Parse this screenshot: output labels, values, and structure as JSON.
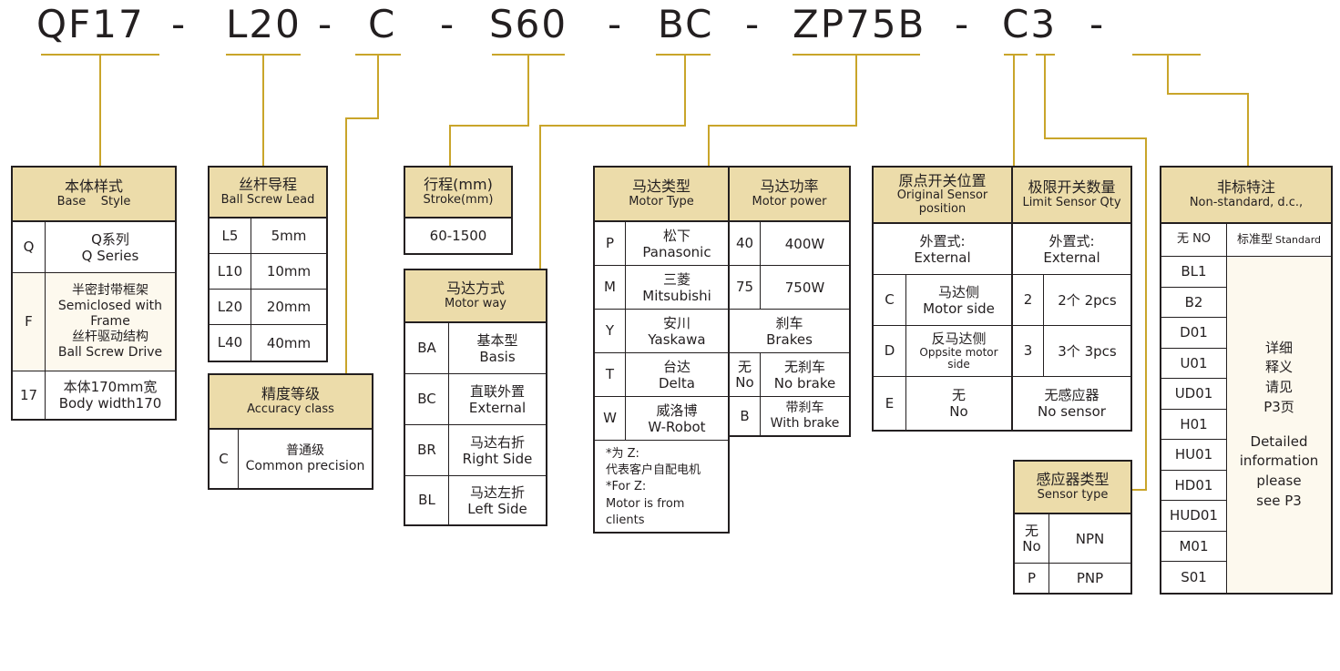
{
  "code_parts": [
    "QF17",
    "-",
    "L20",
    "-",
    "C",
    "-",
    "S60",
    "-",
    "BC",
    "-",
    "ZP75B",
    "-",
    "C3",
    "-"
  ],
  "colors": {
    "header_bg": "#ecdcaa",
    "line": "#c9a52a",
    "text": "#231f20"
  },
  "base_style": {
    "title_zh": "本体样式",
    "title_en": "Base    Style",
    "rows": [
      {
        "key": "Q",
        "lines": [
          "Q系列",
          "Q Series"
        ]
      },
      {
        "key": "F",
        "lines": [
          "半密封带框架",
          "Semiclosed with",
          "Frame",
          "丝杆驱动结构",
          "Ball Screw Drive"
        ]
      },
      {
        "key": "17",
        "lines": [
          "本体170mm宽",
          "Body width170"
        ]
      }
    ]
  },
  "lead": {
    "title_zh": "丝杆导程",
    "title_en": "Ball Screw Lead",
    "rows": [
      {
        "key": "L5",
        "value": "5mm"
      },
      {
        "key": "L10",
        "value": "10mm"
      },
      {
        "key": "L20",
        "value": "20mm"
      },
      {
        "key": "L40",
        "value": "40mm"
      }
    ]
  },
  "accuracy": {
    "title_zh": "精度等级",
    "title_en": "Accuracy class",
    "rows": [
      {
        "key": "C",
        "lines": [
          "普通级",
          "Common precision"
        ]
      }
    ]
  },
  "stroke": {
    "title_zh": "行程(mm)",
    "title_en": "Stroke(mm)",
    "value": "60-1500"
  },
  "motor_way": {
    "title_zh": "马达方式",
    "title_en": "Motor way",
    "rows": [
      {
        "key": "BA",
        "lines": [
          "基本型",
          "Basis"
        ]
      },
      {
        "key": "BC",
        "lines": [
          "直联外置",
          "External"
        ]
      },
      {
        "key": "BR",
        "lines": [
          "马达右折",
          "Right Side"
        ]
      },
      {
        "key": "BL",
        "lines": [
          "马达左折",
          "Left Side"
        ]
      }
    ]
  },
  "motor_type": {
    "title_zh": "马达类型",
    "title_en": "Motor Type",
    "rows": [
      {
        "key": "P",
        "lines": [
          "松下",
          "Panasonic"
        ]
      },
      {
        "key": "M",
        "lines": [
          "三菱",
          "Mitsubishi"
        ]
      },
      {
        "key": "Y",
        "lines": [
          "安川",
          "Yaskawa"
        ]
      },
      {
        "key": "T",
        "lines": [
          "台达",
          "Delta"
        ]
      },
      {
        "key": "W",
        "lines": [
          "威洛博",
          "W-Robot"
        ]
      }
    ],
    "note": [
      "*为 Z:",
      "代表客户自配电机",
      "*For Z:",
      "Motor is from",
      "clients"
    ]
  },
  "motor_power": {
    "title_zh": "马达功率",
    "title_en": "Motor power",
    "rows": [
      {
        "key": "40",
        "value": "400W"
      },
      {
        "key": "75",
        "value": "750W"
      }
    ],
    "brake_title_zh": "刹车",
    "brake_title_en": "Brakes",
    "brake_rows": [
      {
        "key_zh": "无",
        "key_en": "No",
        "lines": [
          "无刹车",
          "No brake"
        ]
      },
      {
        "key": "B",
        "lines": [
          "带刹车",
          "With brake"
        ]
      }
    ]
  },
  "origin_sensor": {
    "title_zh": "原点开关位置",
    "title_en_1": "Original Sensor",
    "title_en_2": "position",
    "ext_zh": "外置式:",
    "ext_en": "External",
    "rows": [
      {
        "key": "C",
        "lines": [
          "马达侧",
          "Motor side"
        ]
      },
      {
        "key": "D",
        "lines": [
          "反马达侧",
          "Oppsite motor",
          "side"
        ]
      },
      {
        "key": "E",
        "lines": [
          "无",
          "No"
        ]
      }
    ]
  },
  "limit_sensor": {
    "title_zh": "极限开关数量",
    "title_en": "Limit Sensor Qty",
    "ext_zh": "外置式:",
    "ext_en": "External",
    "rows": [
      {
        "key": "2",
        "value": "2个 2pcs"
      },
      {
        "key": "3",
        "value": "3个 3pcs"
      }
    ],
    "none_zh": "无感应器",
    "none_en": "No sensor"
  },
  "sensor_type": {
    "title_zh": "感应器类型",
    "title_en": "Sensor type",
    "rows": [
      {
        "key_zh": "无",
        "key_en": "No",
        "value": "NPN"
      },
      {
        "key": "P",
        "value": "PNP"
      }
    ]
  },
  "nonstandard": {
    "title_zh": "非标特注",
    "title_en": "Non-standard, d.c.,",
    "first_key": "无 NO",
    "first_value_zh": "标准型",
    "first_value_en": "Standard",
    "keys": [
      "BL1",
      "B2",
      "D01",
      "U01",
      "UD01",
      "H01",
      "HU01",
      "HD01",
      "HUD01",
      "M01",
      "S01"
    ],
    "detail": [
      "详细",
      "释义",
      "请见",
      "P3页",
      "",
      "Detailed",
      "information",
      "please",
      "see P3"
    ]
  }
}
